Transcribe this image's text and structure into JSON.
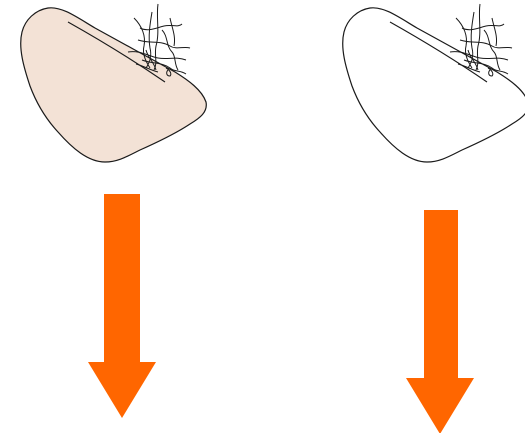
{
  "colors": {
    "background": "#ffffff",
    "blob_fill_left": "#f3e2d6",
    "blob_fill_right": "#ffffff",
    "outline": "#1a1a1a",
    "arrow": "#ff6600"
  },
  "figures": [
    {
      "side": "left",
      "blob": "filled-blob",
      "arrow": "arrow-down",
      "filled": true
    },
    {
      "side": "right",
      "blob": "outline-blob",
      "arrow": "arrow-down",
      "filled": false
    }
  ]
}
